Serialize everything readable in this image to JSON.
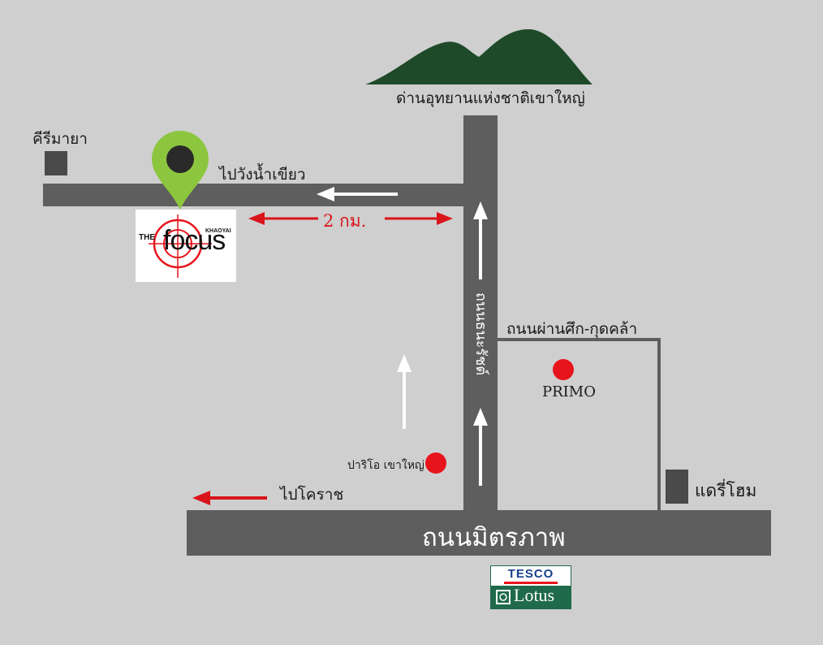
{
  "landmarks": {
    "national_park": "ด่านอุทยานแห่งชาติเขาใหญ่",
    "kirimaya": "คีรีมายา",
    "to_wang_nam_khiao": "ไปวังน้ำเขียว",
    "distance": "2 กม.",
    "dhanarat_road": "ถนนธนะรัชต์",
    "phan_suek_road": "ถนนผ่านศึก-กุดคล้า",
    "primo": "PRIMO",
    "pariio": "ปาริโอ เขาใหญ่",
    "to_korat": "ไปโคราช",
    "dairy_home": "แดรี่โฮม",
    "mittraphap_road": "ถนนมิตรภาพ"
  },
  "focus_logo": {
    "the": "THE",
    "focus": "focus",
    "khaoyai": "KHAOYAI"
  },
  "tesco_logo": {
    "tesco": "TESCO",
    "lotus": "Lotus"
  },
  "colors": {
    "background": "#cfcfcf",
    "road": "#5e5e5e",
    "building": "#4a4a4a",
    "marker_red": "#e8141b",
    "distance_red": "#d9141b",
    "pin_green": "#8cc63f",
    "mountain": "#1f4a2a",
    "tesco_green": "#1f6a4a",
    "tesco_blue": "#1a3f8c"
  },
  "icons": {
    "pin": "location-pin-icon",
    "mountain": "mountain-icon",
    "arrow_left": "arrow-left-icon",
    "arrow_up": "arrow-up-icon",
    "double_arrow": "double-arrow-icon"
  }
}
